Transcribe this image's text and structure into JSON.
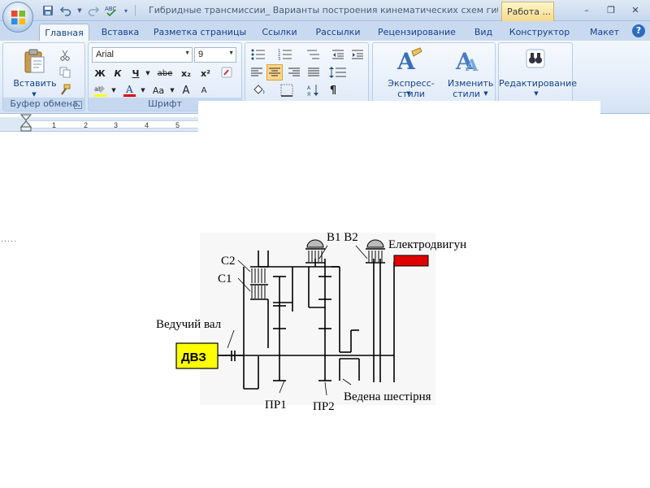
{
  "window": {
    "title": "Гибридные трансмиссии_ Варианты построения кинематических схем гиб...",
    "context_tab_title": "Работа ...",
    "buttons": {
      "minimize": "–",
      "restore": "❐",
      "close": "✕"
    }
  },
  "quick_access": {
    "save_icon": "save-icon",
    "undo_icon": "undo-icon",
    "redo_icon": "redo-icon",
    "spellcheck_icon": "spellcheck-icon"
  },
  "tabs": [
    {
      "label": "Главная",
      "active": true
    },
    {
      "label": "Вставка"
    },
    {
      "label": "Разметка страницы"
    },
    {
      "label": "Ссылки"
    },
    {
      "label": "Рассылки"
    },
    {
      "label": "Рецензирование"
    },
    {
      "label": "Вид"
    },
    {
      "label": "Конструктор"
    },
    {
      "label": "Макет"
    }
  ],
  "ribbon": {
    "clipboard": {
      "label": "Буфер обмена",
      "paste_label": "Вставить"
    },
    "font": {
      "label": "Шрифт",
      "font_name": "Arial",
      "font_size": "9",
      "bold": "Ж",
      "italic": "К",
      "underline": "Ч",
      "strike": "abe",
      "subscript": "x₂",
      "superscript": "x²",
      "change_case": "Aa",
      "grow": "A",
      "shrink": "A"
    },
    "styles": {
      "express_label": "Экспресс-стили",
      "change_label_1": "Изменить",
      "change_label_2": "стили"
    },
    "editing": {
      "label": "Редактирование"
    }
  },
  "ruler": {
    "ticks": [
      "1",
      "2",
      "3",
      "4",
      "5"
    ]
  },
  "diagram": {
    "labels": {
      "b1b2": "В1 В2",
      "motor": "Електродвигун",
      "c2": "С2",
      "c1": "С1",
      "drive_shaft": "Ведучий вал",
      "engine": "ДВЗ",
      "pr1": "ПР1",
      "pr2": "ПР2",
      "driven_gear": "Ведена шестірня"
    },
    "colors": {
      "engine_fill": "#ffff00",
      "motor_fill": "#e00000",
      "line": "#000000"
    }
  }
}
